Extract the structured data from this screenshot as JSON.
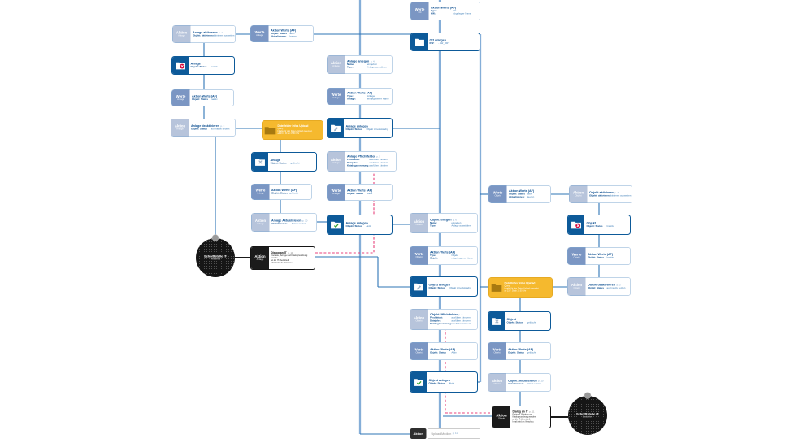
{
  "colors": {
    "accent_blue": "#2e75b6",
    "bus_blue": "#85aed8",
    "node_border": "#7fa8d0",
    "tab_aktion": "#b7c4db",
    "tab_werte": "#7b96c3",
    "icon_blue": "#0d5a99",
    "yellow": "#f5b92e",
    "yellow_border": "#d79b18",
    "red": "#e8437c",
    "black": "#1a1a1a",
    "text_blue": "#0a4d8f",
    "value_blue": "#3f7fb8"
  },
  "nodes": {
    "anlage-aktivieren": {
      "kind": "step",
      "tab": "Aktion",
      "tab_sub": "Anlage",
      "tab_color": "aktion",
      "title": "Anlage aktivieren",
      "suffix": "p. 1",
      "rows": [
        {
          "label": "Objekt: aktivieren",
          "value": "aktivieren ausweiten"
        }
      ]
    },
    "werte-anlage-top": {
      "kind": "step",
      "tab": "Werte",
      "tab_sub": "Anlage",
      "tab_color": "werte",
      "title": "Aktion Werte (AF)",
      "rows": [
        {
          "label": "Objekt: Status",
          "value": "aktiv"
        },
        {
          "label": "Aktualisieren:",
          "value": "leeren"
        }
      ]
    },
    "anlage-inaktiv-doc": {
      "kind": "icon",
      "icon": "folder-ban-icon",
      "title": "Anlage",
      "rows": [
        {
          "label": "Objekt: Status",
          "value": "Inaktiv"
        }
      ]
    },
    "werte-anlage-inaktiv": {
      "kind": "step",
      "tab": "Werte",
      "tab_sub": "Anlage",
      "tab_color": "werte",
      "title": "Aktion Werte (AF)",
      "rows": [
        {
          "label": "Objekt: Status",
          "value": "Inaktiv"
        }
      ]
    },
    "anlage-deaktivieren": {
      "kind": "step",
      "tab": "Aktion",
      "tab_sub": "Anlage",
      "tab_color": "aktion",
      "title": "Anlage deaktivieren",
      "suffix": "p. 3",
      "rows": [
        {
          "label": "Objekt: Status",
          "value": "auf Inaktiv setzen"
        }
      ]
    },
    "upload-info-left": {
      "kind": "yellow",
      "icon": "folder-icon",
      "title": "Dateifelder Infos Upload",
      "lines": [
        "Query:",
        "Inhalte für den Daten-Upload gesendet,",
        "ab 23.7. Di ab 17:30 Uhr"
      ]
    },
    "anlage-geloescht-doc": {
      "kind": "icon",
      "icon": "folder-x-icon",
      "title": "Anlage",
      "rows": [
        {
          "label": "Objekt: Status",
          "value": "gelöscht"
        }
      ]
    },
    "werte-anlage-geloescht": {
      "kind": "step",
      "tab": "Werte",
      "tab_sub": "Anlage",
      "tab_color": "werte",
      "title": "Aktion Werte (AF)",
      "rows": [
        {
          "label": "Objekt: Status",
          "value": "gelöscht"
        }
      ]
    },
    "anlage-aktualisieren": {
      "kind": "step",
      "tab": "Aktion",
      "tab_sub": "Anlage",
      "tab_color": "aktion",
      "title": "Anlage Aktualisieren",
      "suffix": "p. 10",
      "rows": [
        {
          "label": "Aktualisieren:",
          "value": "Daten setzen"
        }
      ]
    },
    "anlage-anlegen-step": {
      "kind": "step",
      "tab": "Aktion",
      "tab_sub": "Anlage",
      "tab_color": "aktion",
      "title": "Anlage anlegen",
      "suffix": "p. 4",
      "rows": [
        {
          "label": "Name:",
          "value": "eingeben"
        },
        {
          "label": "Type:",
          "value": "Anlage auswählen"
        }
      ]
    },
    "werte-anlage-name": {
      "kind": "step",
      "tab": "Werte",
      "tab_sub": "Anlage",
      "tab_color": "werte",
      "title": "Aktion Werte (AF)",
      "rows": [
        {
          "label": "Type:",
          "value": "Anlage"
        },
        {
          "label": "Anlage:",
          "value": "eingegebener Name"
        }
      ]
    },
    "anlage-anlegen-doc": {
      "kind": "icon",
      "icon": "folder-pencil-icon",
      "title": "Anlage anlegen",
      "rows": [
        {
          "label": "Objekt: Status",
          "value": "Objekt Unvollständig"
        }
      ]
    },
    "anlage-pflichtfelder": {
      "kind": "step",
      "tab": "Aktion",
      "tab_sub": "Anlage",
      "tab_color": "aktion",
      "title": "Anlage Pflichtfelder",
      "suffix": "p. 5",
      "rows": [
        {
          "label": "Produktart:",
          "value": "ausfüllen / ändern"
        },
        {
          "label": "Datejahr:",
          "value": "ausfüllen / ändern"
        },
        {
          "label": "Katalogzuordnung:",
          "value": "ausfüllen / ändern"
        }
      ]
    },
    "werte-anlage-aktiv": {
      "kind": "step",
      "tab": "Werte",
      "tab_sub": "Anlage",
      "tab_color": "werte",
      "title": "Aktion Werte (AF)",
      "rows": [
        {
          "label": "Objekt: Status",
          "value": "Aktiv"
        }
      ]
    },
    "anlage-anlegen-aktiv-doc": {
      "kind": "icon",
      "icon": "folder-check-icon",
      "title": "Anlage anlegen",
      "rows": [
        {
          "label": "Objekt: Status",
          "value": "Aktiv"
        }
      ]
    },
    "werte-ort": {
      "kind": "step",
      "tab": "Werte",
      "tab_sub": "Ort",
      "tab_color": "werte",
      "title": "Aktion Werte (AF)",
      "rows": [
        {
          "label": "Type:",
          "value": "Ort"
        },
        {
          "label": "KW:",
          "value": "Abgelegter Name"
        }
      ]
    },
    "ort-anlegen-doc": {
      "kind": "icon",
      "icon": "folder-icon",
      "title": "Ort anlegen",
      "rows": [
        {
          "label": "KW:",
          "value": "- LW_ORT"
        }
      ]
    },
    "objekt-anlegen-step": {
      "kind": "step",
      "tab": "Aktion",
      "tab_sub": "Objekt",
      "tab_color": "aktion",
      "title": "Objekt anlegen",
      "suffix": "p. 6",
      "rows": [
        {
          "label": "Name:",
          "value": "eingeben"
        },
        {
          "label": "Type:",
          "value": "Anlage auswählen"
        }
      ]
    },
    "werte-objekt-name": {
      "kind": "step",
      "tab": "Werte",
      "tab_sub": "Objekt",
      "tab_color": "werte",
      "title": "Aktion Werte (AF)",
      "rows": [
        {
          "label": "Type:",
          "value": "Objekt"
        },
        {
          "label": "Objekt:",
          "value": "eingetragener Name"
        }
      ]
    },
    "objekt-anlegen-doc": {
      "kind": "icon",
      "icon": "folder-pencil-icon",
      "title": "Objekt anlegen",
      "rows": [
        {
          "label": "Objekt: Status",
          "value": "Objekt Unvollständig"
        }
      ]
    },
    "objekt-pflichtfelder": {
      "kind": "step",
      "tab": "Aktion",
      "tab_sub": "Objekt",
      "tab_color": "aktion",
      "title": "Objekt Pflichtfelder",
      "suffix": "p. 7",
      "rows": [
        {
          "label": "Produktart:",
          "value": "ausfüllen / ändern"
        },
        {
          "label": "Datejahr:",
          "value": "ausfüllen / ändern"
        },
        {
          "label": "Katalogzuordnung:",
          "value": "ausfüllen / ändern"
        }
      ]
    },
    "werte-objekt-aktiv": {
      "kind": "step",
      "tab": "Werte",
      "tab_sub": "Objekt",
      "tab_color": "werte",
      "title": "Aktion Werte (AF)",
      "rows": [
        {
          "label": "Objekt: Status",
          "value": "Aktiv"
        }
      ]
    },
    "objekt-anlegen-aktiv-doc": {
      "kind": "icon",
      "icon": "folder-check-icon",
      "title": "Objekt anlegen",
      "rows": [
        {
          "label": "Objekt: Status",
          "value": "Aktiv"
        }
      ]
    },
    "upload-medien-bar": {
      "kind": "bar",
      "tab": "Aktion",
      "title": "Upload Medien",
      "suffix": "p. 11"
    },
    "werte-objekt-top": {
      "kind": "step",
      "tab": "Werte",
      "tab_sub": "Objekt",
      "tab_color": "werte",
      "title": "Aktion Werte (AF)",
      "rows": [
        {
          "label": "Objekt: Status",
          "value": "aktiv"
        },
        {
          "label": "Aktualisieren:",
          "value": "leeren"
        }
      ]
    },
    "upload-info-right": {
      "kind": "yellow",
      "icon": "folder-icon",
      "title": "Dateifelder Infos Upload",
      "lines": [
        "Query:",
        "Inhalte für den Daten-Upload gesendet,",
        "ab 23.7. Di ab 17:30 Uhr"
      ]
    },
    "objekt-geloescht-doc": {
      "kind": "icon",
      "icon": "folder-x-icon",
      "title": "Objekt",
      "rows": [
        {
          "label": "Objekt: Status",
          "value": "gelöscht"
        }
      ]
    },
    "werte-objekt-geloescht": {
      "kind": "step",
      "tab": "Werte",
      "tab_sub": "Objekt",
      "tab_color": "werte",
      "title": "Aktion Werte (AF)",
      "rows": [
        {
          "label": "Objekt: Status",
          "value": "gelöscht"
        }
      ]
    },
    "objekt-aktualisieren": {
      "kind": "step",
      "tab": "Aktion",
      "tab_sub": "Objekt",
      "tab_color": "aktion",
      "title": "Objekt Aktualisieren",
      "suffix": "p. 10",
      "rows": [
        {
          "label": "Aktualisieren:",
          "value": "Daten setzen"
        }
      ]
    },
    "dialog-an-it-right": {
      "kind": "black",
      "tab": "Aktion",
      "tab_sub": "Objekt",
      "title": "Dialog an IT",
      "suffix": "p. 11",
      "lines": [
        "Freitexte, Beträge und Katalogzuordnung werden",
        "an die IT übermittelt.",
        "Inhalt wird als Vorschau."
      ]
    },
    "objekt-aktivieren": {
      "kind": "step",
      "tab": "Aktion",
      "tab_sub": "Objekt",
      "tab_color": "aktion",
      "title": "Objekt aktivieren",
      "suffix": "p. 2",
      "rows": [
        {
          "label": "Objekt: aktivieren",
          "value": "aktivieren ausweiten"
        }
      ]
    },
    "objekt-inaktiv-doc": {
      "kind": "icon",
      "icon": "folder-ban-icon",
      "title": "Objekt",
      "rows": [
        {
          "label": "Objekt: Status",
          "value": "Inaktiv"
        }
      ]
    },
    "werte-objekt-inaktiv": {
      "kind": "step",
      "tab": "Werte",
      "tab_sub": "Objekt",
      "tab_color": "werte",
      "title": "Aktion Werte (AF)",
      "rows": [
        {
          "label": "Objekt: Status",
          "value": "Inaktiv"
        }
      ]
    },
    "objekt-deaktivieren": {
      "kind": "step",
      "tab": "Aktion",
      "tab_sub": "Objekt",
      "tab_color": "aktion",
      "title": "Objekt deaktivieren",
      "suffix": "p. 3",
      "rows": [
        {
          "label": "Objekt: Status",
          "value": "auf Inaktiv setzen"
        }
      ]
    },
    "dialog-an-it-left": {
      "kind": "black",
      "tab": "Aktion",
      "tab_sub": "Anlage",
      "title": "Dialog an IT",
      "suffix": "p. 11",
      "lines": [
        "Freitexte, Beträge und Katalogzuordnung werden",
        "an die IT übermittelt.",
        "Inhalt wird als Vorschau."
      ]
    },
    "schnittstelle-it-left": {
      "kind": "circle",
      "title": "Schnittstelle IT",
      "sub": "Mediathek"
    },
    "schnittstelle-it-right": {
      "kind": "circle",
      "title": "Schnittstelle IT",
      "sub": "Mediathek"
    }
  }
}
